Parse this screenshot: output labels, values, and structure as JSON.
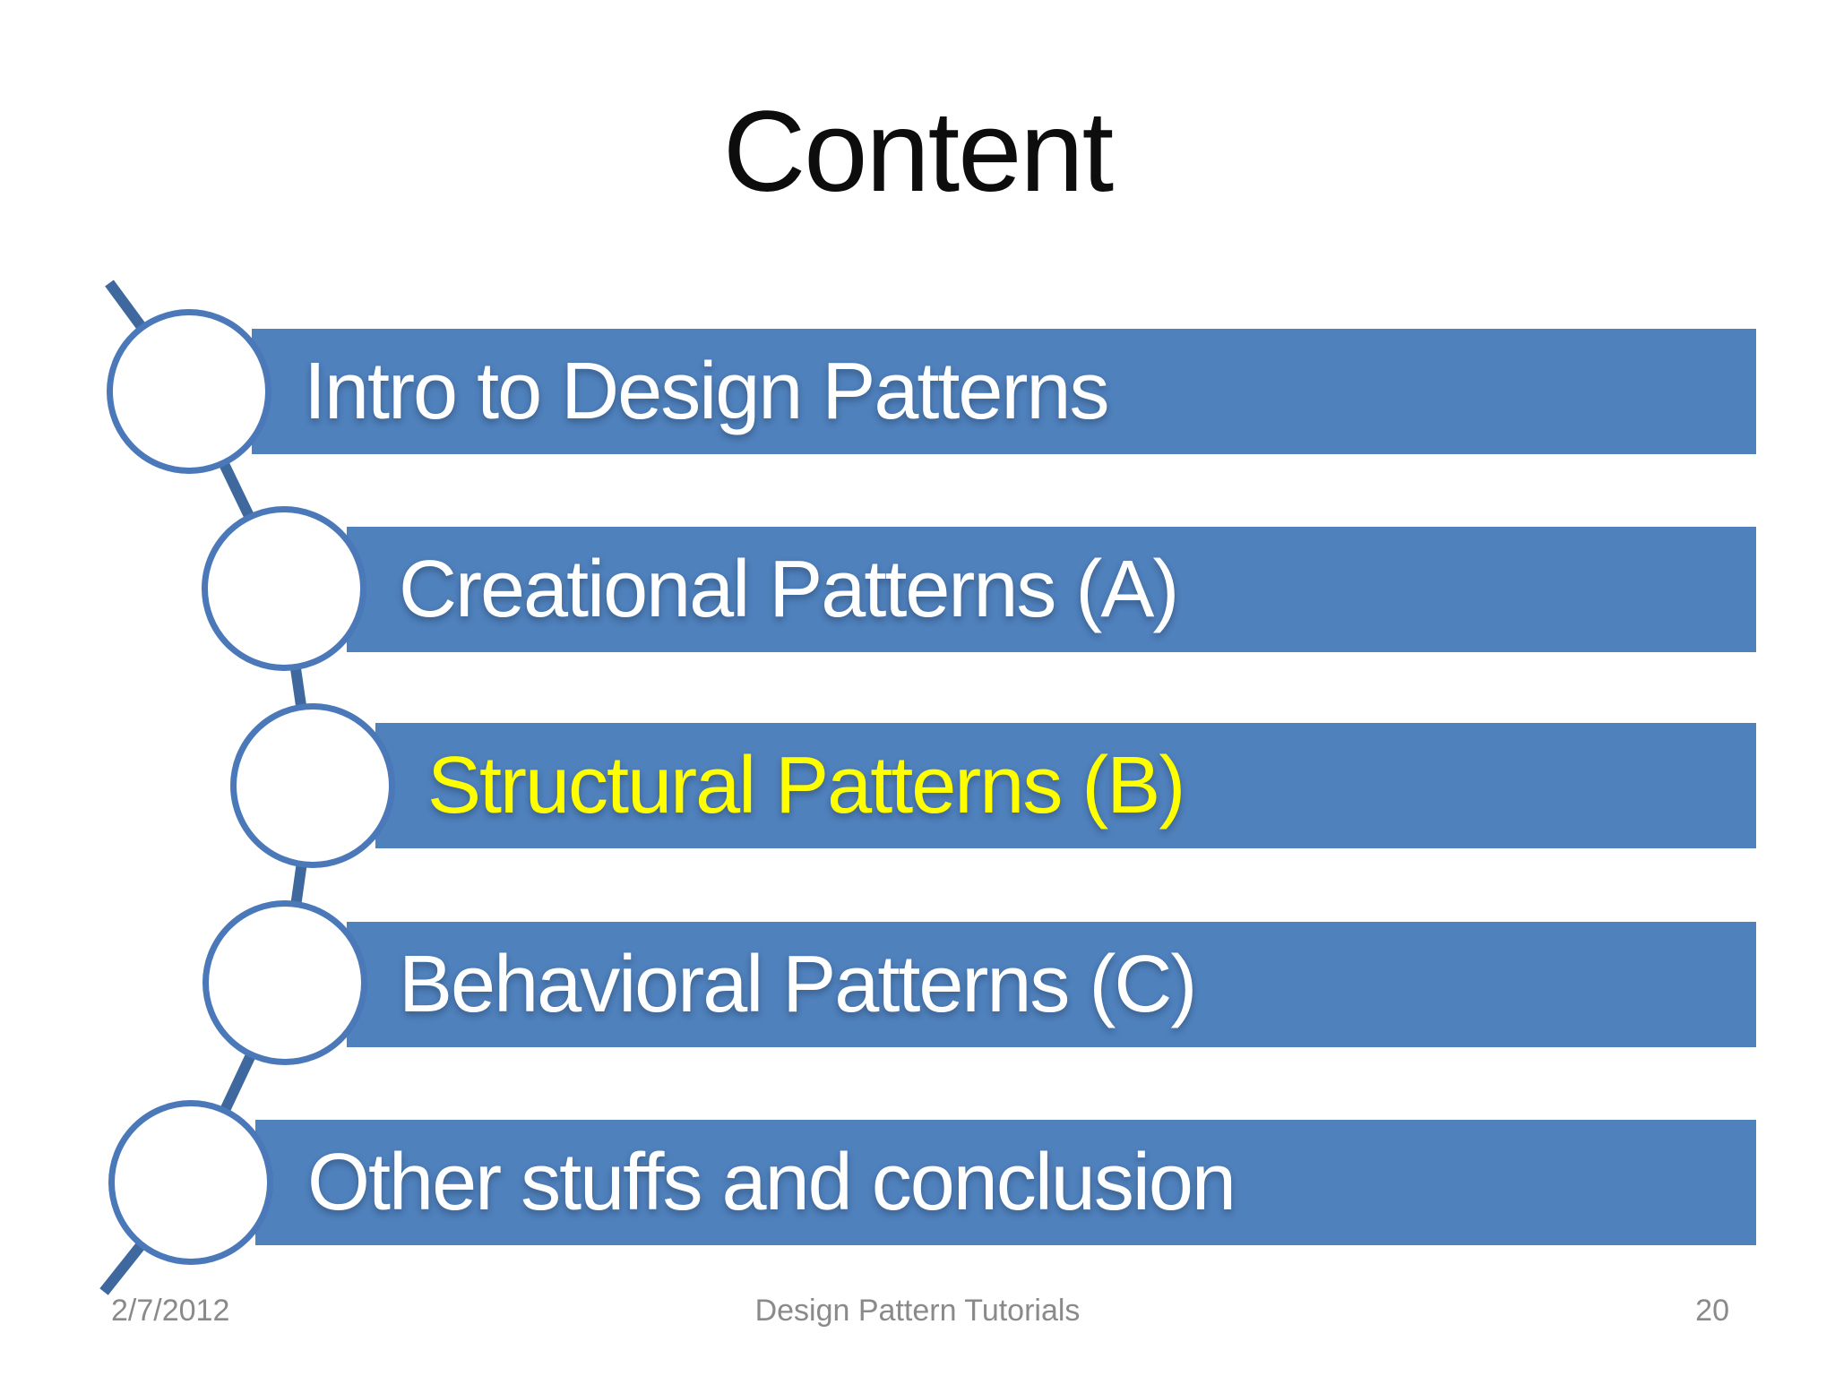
{
  "slide": {
    "title": "Content",
    "items": [
      {
        "label": "Intro to Design Patterns",
        "highlighted": false
      },
      {
        "label": "Creational Patterns (A)",
        "highlighted": false
      },
      {
        "label": "Structural Patterns (B)",
        "highlighted": true
      },
      {
        "label": "Behavioral Patterns (C)",
        "highlighted": false
      },
      {
        "label": "Other stuffs and conclusion",
        "highlighted": false
      }
    ],
    "footer": {
      "date": "2/7/2012",
      "center": "Design Pattern Tutorials",
      "page_number": "20"
    },
    "colors": {
      "bar": "#4F81BD",
      "circle_stroke": "#4A78B9",
      "connector": "#3E689E",
      "highlight_text": "#FFFF00",
      "bar_text": "#FFFFFF",
      "footer_text": "#8A8A8A",
      "title_text": "#0D0D0D"
    }
  }
}
